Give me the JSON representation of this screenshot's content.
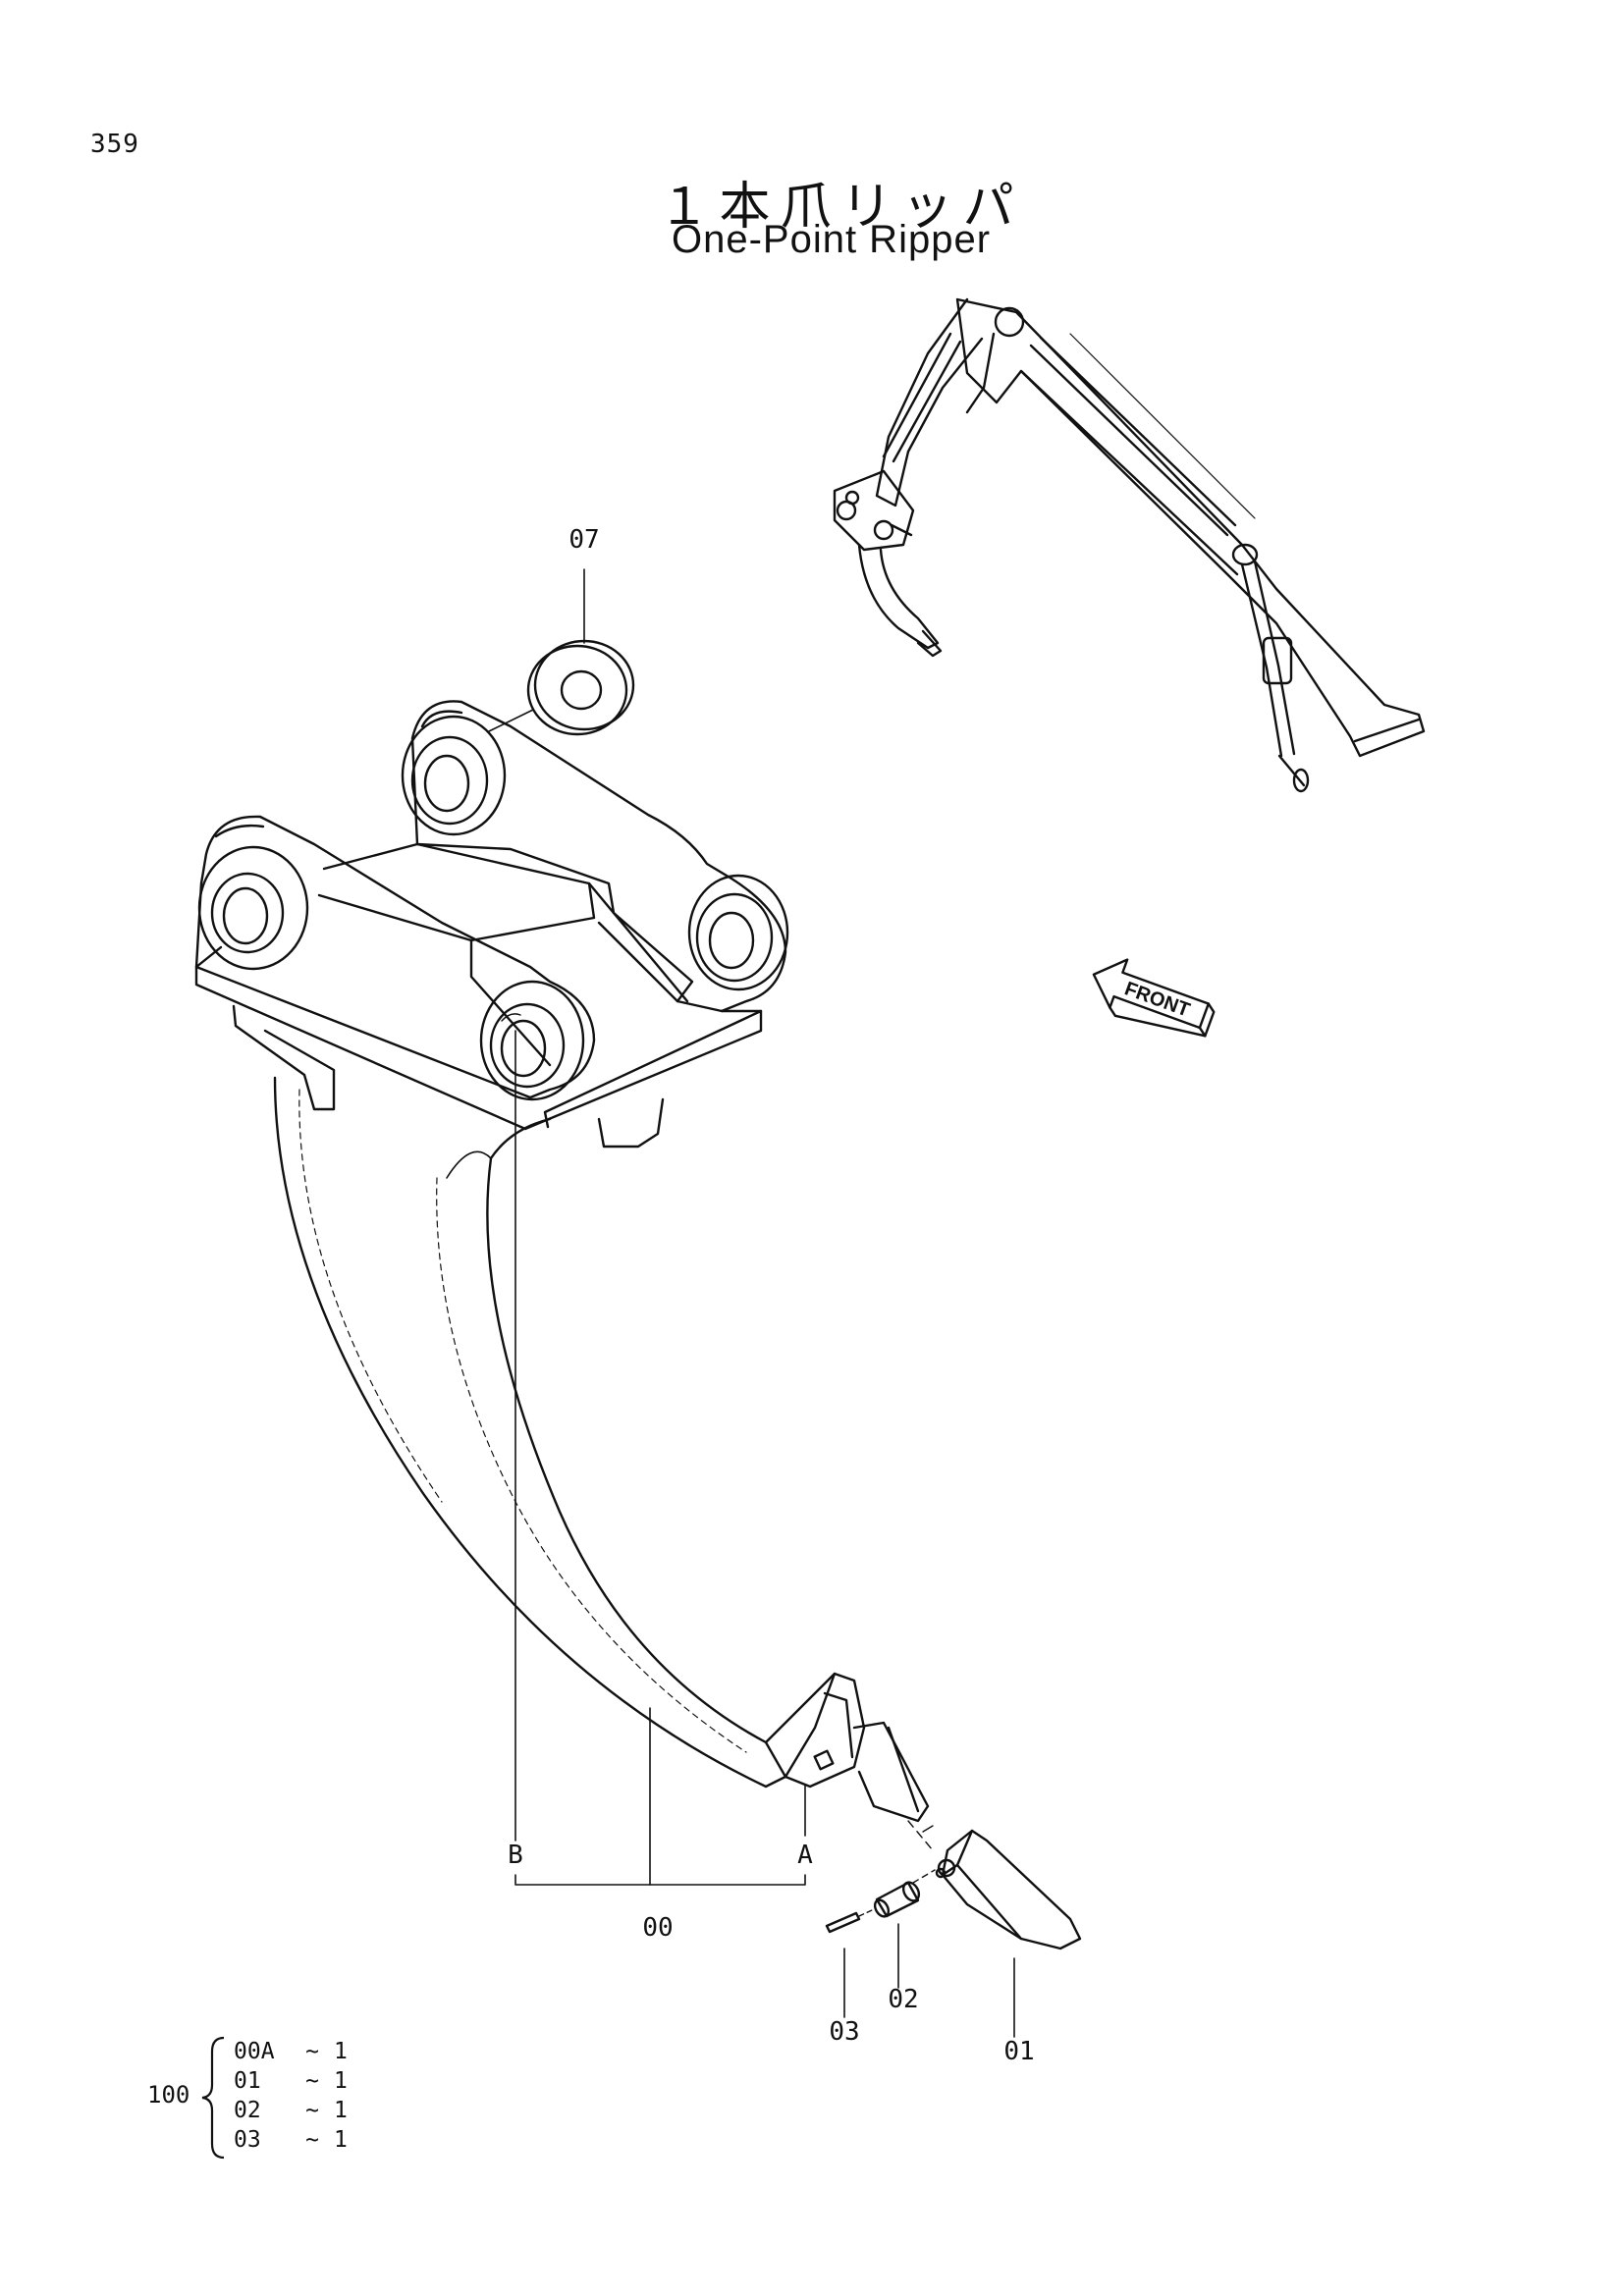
{
  "page": {
    "number": "359"
  },
  "titles": {
    "japanese": "１本爪リッパ",
    "english": "One-Point Ripper"
  },
  "direction": {
    "label": "FRONT"
  },
  "callouts": {
    "washer": "07",
    "ripper": "00",
    "ref_b": "B",
    "ref_a": "A",
    "pin": "03",
    "lock": "02",
    "tip": "01"
  },
  "parts_list": {
    "group": "100",
    "items": [
      {
        "part": "00A",
        "sep": "~",
        "qty": "1"
      },
      {
        "part": "01",
        "sep": "~",
        "qty": "1"
      },
      {
        "part": "02",
        "sep": "~",
        "qty": "1"
      },
      {
        "part": "03",
        "sep": "~",
        "qty": "1"
      }
    ]
  },
  "icons": {
    "front_arrow": "front-arrow-icon",
    "machine": "excavator-arm-icon"
  }
}
